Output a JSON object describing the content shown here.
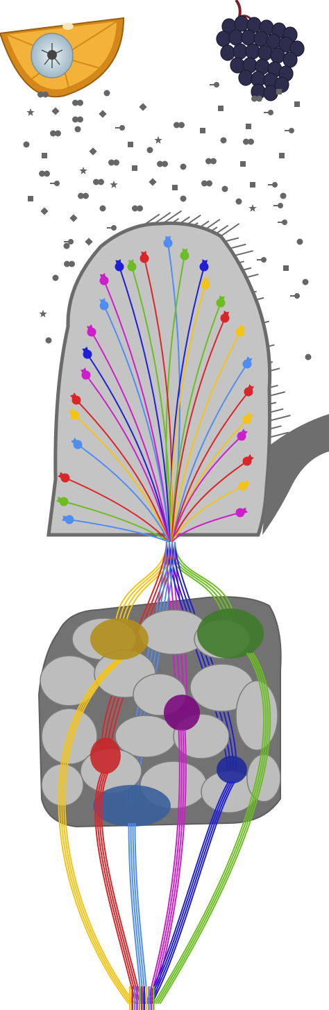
{
  "colors": {
    "background": "#ffffff",
    "tissue_fill": "#c4c4c4",
    "tissue_stroke": "#6b6b6b",
    "bulb_dark": "#6f6f6f",
    "glomerulus_fill": "#bdbdbd",
    "glomerulus_stroke": "#7a7a7a",
    "odorant": "#666666",
    "orange_peel": "#e7a21c",
    "orange_flesh": "#f3b23a",
    "orange_center": "#bcd2de",
    "grape": "#2f2d4e",
    "grape_stem": "#7a1f2b",
    "receptor_colors": {
      "red": "#d8262b",
      "yellow": "#f2c318",
      "blue": "#1f1fd6",
      "light_blue": "#4f8df0",
      "green": "#6bbd23",
      "magenta": "#cc1ec9"
    },
    "glomeruli_colors": {
      "yellow": "#b08e1c",
      "green": "#3f7a2a",
      "magenta": "#7a0b7d",
      "red": "#c8282b",
      "blue": "#1f2a9a",
      "light_blue": "#3a5f9a"
    }
  },
  "icons": {
    "odor_source_1": "orange-slice-icon",
    "odor_source_2": "grape-bunch-icon",
    "receptor": "olfactory-receptor-neuron-icon",
    "odorant": "odorant-molecule-icon"
  },
  "receptor_types": [
    "red",
    "yellow",
    "blue",
    "light_blue",
    "green",
    "magenta"
  ],
  "glomeruli_targets": [
    "yellow",
    "green",
    "magenta",
    "red",
    "blue",
    "light_blue"
  ],
  "output_bundle_colors": [
    "yellow",
    "red",
    "light_blue",
    "magenta",
    "green",
    "red",
    "blue",
    "yellow",
    "light_blue",
    "magenta",
    "green"
  ]
}
